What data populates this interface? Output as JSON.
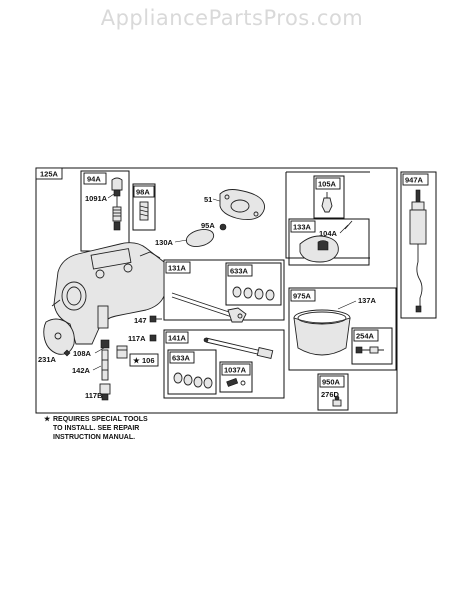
{
  "watermark": "AppliancePartsPros.com",
  "parts": {
    "p125A": "125A",
    "p94A": "94A",
    "p1091A": "1091A",
    "p98A": "98A",
    "p51": "51",
    "p95A": "95A",
    "p130A": "130A",
    "p105A": "105A",
    "p133A": "133A",
    "p104A": "104A",
    "p947A": "947A",
    "p131A": "131A",
    "p633A_top": "633A",
    "p975A": "975A",
    "p137A": "137A",
    "p147": "147",
    "p117A": "117A",
    "p141A": "141A",
    "p633A_bot": "633A",
    "p1037A": "1037A",
    "p254A": "254A",
    "p231A": "231A",
    "p108A": "108A",
    "p106": "106",
    "p142A": "142A",
    "p117B": "117B",
    "p950A": "950A",
    "p276D": "276D"
  },
  "note": {
    "star": "★",
    "line1": "REQUIRES SPECIAL TOOLS",
    "line2": "TO INSTALL.  SEE REPAIR",
    "line3": "INSTRUCTION MANUAL."
  }
}
